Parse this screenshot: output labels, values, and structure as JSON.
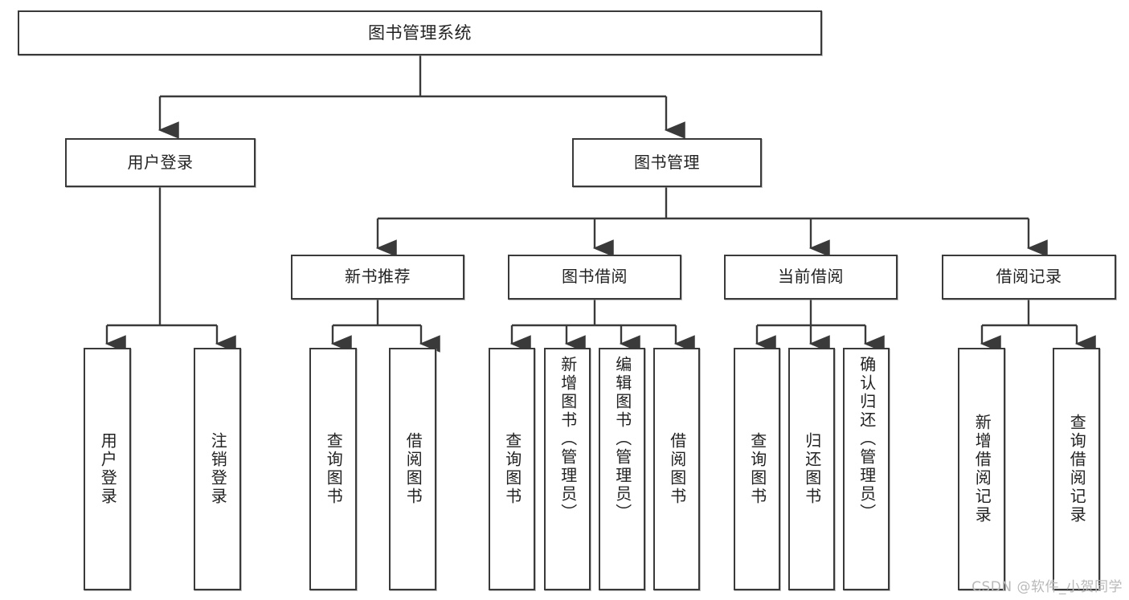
{
  "diagram": {
    "title": "图书管理系统",
    "type": "hierarchy-tree",
    "watermark": "CSDN @软件_小贺同学",
    "colors": {
      "box_border": "#3a3a3a",
      "box_fill": "#ffffff",
      "connector": "#3a3a3a",
      "text": "#222222",
      "watermark": "#b9b9b9"
    },
    "nodes": {
      "root": {
        "label": "图书管理系统"
      },
      "level2": [
        {
          "id": "user-login",
          "label": "用户登录"
        },
        {
          "id": "book-management",
          "label": "图书管理"
        }
      ],
      "level3": [
        {
          "id": "new-book-recommend",
          "label": "新书推荐"
        },
        {
          "id": "book-borrow",
          "label": "图书借阅"
        },
        {
          "id": "current-borrow",
          "label": "当前借阅"
        },
        {
          "id": "borrow-record",
          "label": "借阅记录"
        }
      ],
      "leaves": {
        "user_login": [
          {
            "id": "leaf-user-login",
            "label": "用户登录"
          },
          {
            "id": "leaf-user-logout",
            "label": "注销登录"
          }
        ],
        "new_book_recommend": [
          {
            "id": "leaf-query-book-1",
            "label": "查询图书"
          },
          {
            "id": "leaf-borrow-book-1",
            "label": "借阅图书"
          }
        ],
        "book_borrow": [
          {
            "id": "leaf-query-book-2",
            "label": "查询图书"
          },
          {
            "id": "leaf-add-book",
            "label": "新增图书（管理员）"
          },
          {
            "id": "leaf-edit-book",
            "label": "编辑图书（管理员）"
          },
          {
            "id": "leaf-borrow-book-2",
            "label": "借阅图书"
          }
        ],
        "current_borrow": [
          {
            "id": "leaf-query-book-3",
            "label": "查询图书"
          },
          {
            "id": "leaf-return-book",
            "label": "归还图书"
          },
          {
            "id": "leaf-confirm-return",
            "label": "确认归还（管理员）"
          }
        ],
        "borrow_record": [
          {
            "id": "leaf-add-borrow-record",
            "label": "新增借阅记录"
          },
          {
            "id": "leaf-query-borrow-record",
            "label": "查询借阅记录"
          }
        ]
      }
    }
  }
}
